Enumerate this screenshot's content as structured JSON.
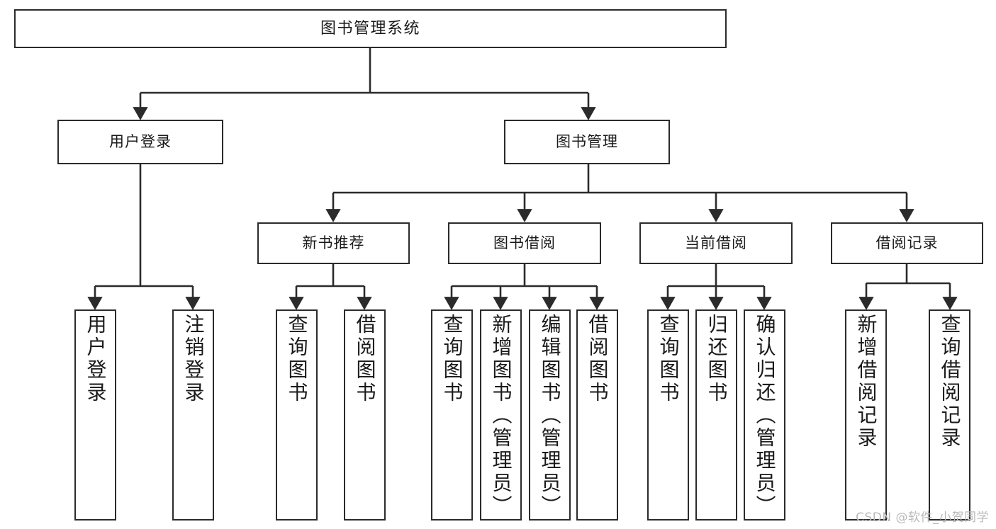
{
  "diagram": {
    "title": "图书管理系统",
    "type": "tree-hierarchy",
    "watermark": "CSDN @软件_小贺同学",
    "colors": {
      "box_border": "#2b2b2b",
      "box_fill": "#ffffff",
      "connector": "#2b2b2b",
      "text": "#1a1a1a",
      "watermark": "#b9b9b9",
      "background": "#ffffff"
    },
    "nodes": {
      "root": {
        "label": "图书管理系统"
      },
      "level2": [
        {
          "id": "user-login",
          "label": "用户登录"
        },
        {
          "id": "book-manage",
          "label": "图书管理"
        }
      ],
      "level3": [
        {
          "id": "new-book-recommend",
          "label": "新书推荐"
        },
        {
          "id": "book-borrow",
          "label": "图书借阅"
        },
        {
          "id": "current-borrow",
          "label": "当前借阅"
        },
        {
          "id": "borrow-record",
          "label": "借阅记录"
        }
      ],
      "leaves": {
        "user-login": [
          {
            "id": "leaf-user-login",
            "label": "用户登录"
          },
          {
            "id": "leaf-logout",
            "label": "注销登录"
          }
        ],
        "new-book-recommend": [
          {
            "id": "leaf-query-book-1",
            "label": "查询图书"
          },
          {
            "id": "leaf-borrow-book-1",
            "label": "借阅图书"
          }
        ],
        "book-borrow": [
          {
            "id": "leaf-query-book-2",
            "label": "查询图书"
          },
          {
            "id": "leaf-add-book",
            "label": "新增图书（管理员）"
          },
          {
            "id": "leaf-edit-book",
            "label": "编辑图书（管理员）"
          },
          {
            "id": "leaf-borrow-book-2",
            "label": "借阅图书"
          }
        ],
        "current-borrow": [
          {
            "id": "leaf-query-book-3",
            "label": "查询图书"
          },
          {
            "id": "leaf-return-book",
            "label": "归还图书"
          },
          {
            "id": "leaf-confirm-return",
            "label": "确认归还（管理员）"
          }
        ],
        "borrow-record": [
          {
            "id": "leaf-add-record",
            "label": "新增借阅记录"
          },
          {
            "id": "leaf-query-record",
            "label": "查询借阅记录"
          }
        ]
      }
    }
  }
}
